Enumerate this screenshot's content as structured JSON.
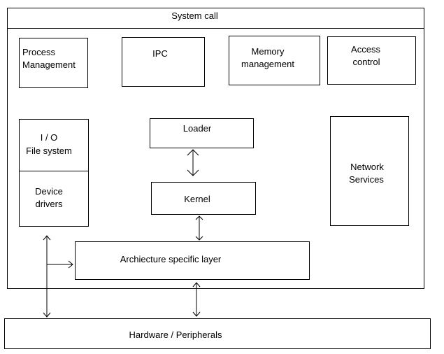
{
  "diagram": {
    "system_call": "System call",
    "process_management": [
      "Process",
      "Management"
    ],
    "ipc": "IPC",
    "memory_management": [
      "Memory",
      "management"
    ],
    "access_control": [
      "Access",
      "control"
    ],
    "io": "I / O",
    "file_system": "File system",
    "device_drivers": [
      "Device",
      "drivers"
    ],
    "loader": "Loader",
    "kernel": "Kernel",
    "network_services": [
      "Network",
      "Services"
    ],
    "architecture_layer": "Archiecture specific layer",
    "hardware": "Hardware / Peripherals"
  }
}
